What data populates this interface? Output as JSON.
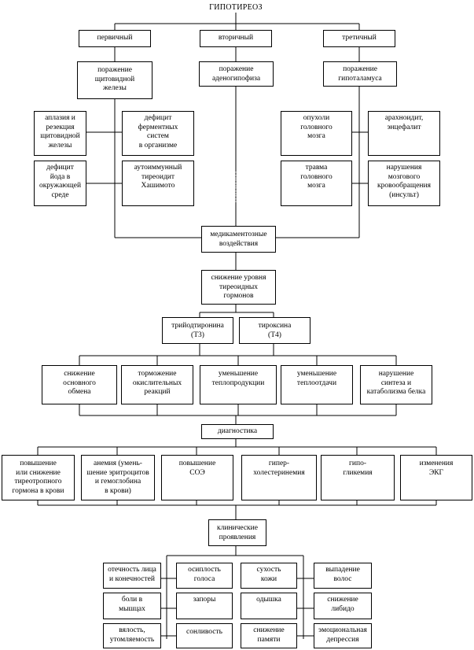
{
  "title": "ГИПОТИРЕОЗ",
  "types": {
    "primary": "первичный",
    "secondary": "вторичный",
    "tertiary": "третичный"
  },
  "lesions": {
    "thyroid": "поражение\nщитовидной\nжелезы",
    "adenohypophysis": "поражение\nаденогипофиза",
    "hypothalamus": "поражение\nгипоталамуса"
  },
  "causes": {
    "aplasia": "аплазия и\nрезекция\nщитовидной\nжелезы",
    "enzyme_deficit": "дефицит\nферментных\nсистем\nв организме",
    "iodine_deficit": "дефицит\nйода в\nокружающей\nсреде",
    "autoimmune": "аутоиммунный\nтиреоидит\nХашимото",
    "brain_tumors": "опухоли\nголовного\nмозга",
    "arachnoiditis": "арахноидит,\nэнцефалит",
    "brain_trauma": "травма\nголовного\nмозга",
    "circulation": "нарушения\nмозгового\nкровообращения\n(инсульт)"
  },
  "drug_effects": "медикаментозные\nвоздействия",
  "hormone_drop": "снижение уровня\nтиреоидных\nгормонов",
  "hormones": {
    "t3": "трийодтиронина\n(Т3)",
    "t4": "тироксина\n(Т4)"
  },
  "effects": [
    "снижение\nосновного\nобмена",
    "торможение\nокислительных\nреакций",
    "уменьшение\nтеплопродукции",
    "уменьшение\nтеплоотдачи",
    "нарушение\nсинтеза и\nкатаболизма белка"
  ],
  "diagnostics": "диагностика",
  "diag_items": [
    "повышение\nили снижение\nтиреотропного\nгормона в крови",
    "анемия (умень-\nшение эритроцитов\nи гемоглобина\nв крови)",
    "повышение\nСОЭ",
    "гипер-\nхолестеринемия",
    "гипо-\nгликемия",
    "изменения\nЭКГ"
  ],
  "clinical": "клинические\nпроявления",
  "symptoms": {
    "col1": [
      "отечность лица\nи конечностей",
      "боли в\nмышцах",
      "вялость,\nутомляемость"
    ],
    "col2": [
      "осиплость\nголоса",
      "запоры",
      "сонливость"
    ],
    "col3": [
      "сухость\nкожи",
      "одышка",
      "снижение\nпамяти"
    ],
    "col4": [
      "выпадение\nволос",
      "снижение\nлибидо",
      "эмоциональная\nдепрессия"
    ]
  }
}
